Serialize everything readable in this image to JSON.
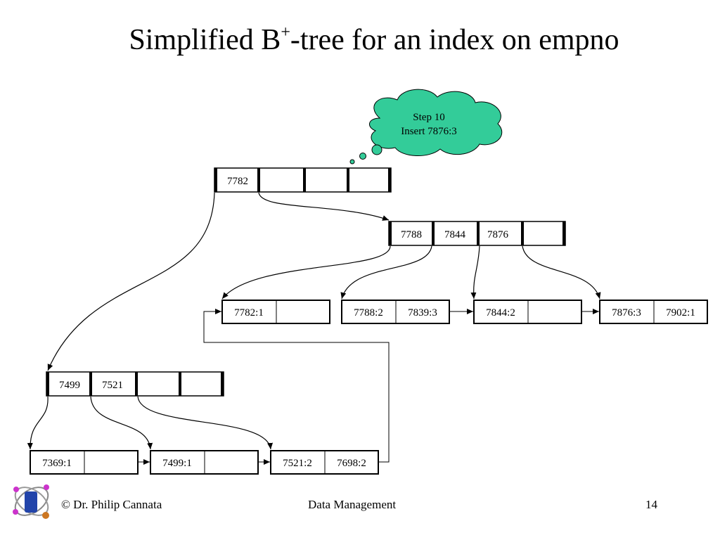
{
  "slide": {
    "title_main": "Simplified B",
    "title_sup": "+",
    "title_rest": "-tree for an index on empno"
  },
  "callout": {
    "line1": "Step 10",
    "line2": "Insert 7876:3",
    "fill": "#33cc99"
  },
  "tree": {
    "root": [
      "7782",
      "",
      "",
      ""
    ],
    "inner_right": [
      "7788",
      "7844",
      "7876",
      ""
    ],
    "inner_left": [
      "7499",
      "7521",
      "",
      ""
    ],
    "leaves_top": [
      [
        "7782:1",
        ""
      ],
      [
        "7788:2",
        "7839:3"
      ],
      [
        "7844:2",
        ""
      ],
      [
        "7876:3",
        "7902:1"
      ]
    ],
    "leaves_bottom": [
      [
        "7369:1",
        ""
      ],
      [
        "7499:1",
        ""
      ],
      [
        "7521:2",
        "7698:2"
      ]
    ]
  },
  "footer": {
    "copyright": "© Dr. Philip Cannata",
    "course": "Data Management",
    "page": "14"
  },
  "logo": {
    "icon": "molecule-database-icon",
    "colors": [
      "#cc33cc",
      "#2244aa",
      "#cc7722"
    ]
  }
}
